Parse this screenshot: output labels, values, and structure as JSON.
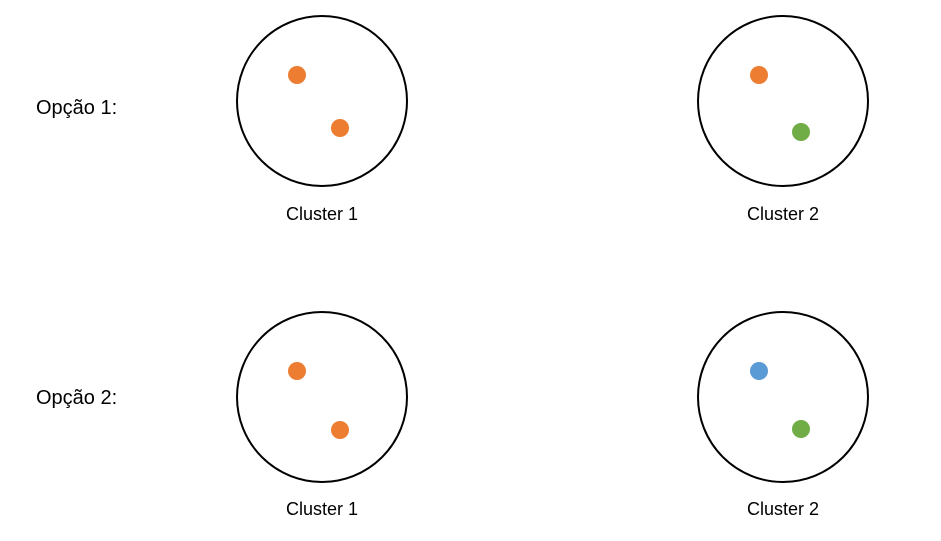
{
  "colors": {
    "orange": "#ED7D31",
    "green": "#70AD47",
    "blue": "#5B9BD5",
    "outline": "#000000"
  },
  "options": [
    {
      "label": "Opção 1:",
      "clusters": [
        {
          "label": "Cluster 1",
          "points": [
            "orange",
            "orange"
          ]
        },
        {
          "label": "Cluster 2",
          "points": [
            "orange",
            "green"
          ]
        }
      ]
    },
    {
      "label": "Opção 2:",
      "clusters": [
        {
          "label": "Cluster 1",
          "points": [
            "orange",
            "orange"
          ]
        },
        {
          "label": "Cluster 2",
          "points": [
            "blue",
            "green"
          ]
        }
      ]
    }
  ]
}
